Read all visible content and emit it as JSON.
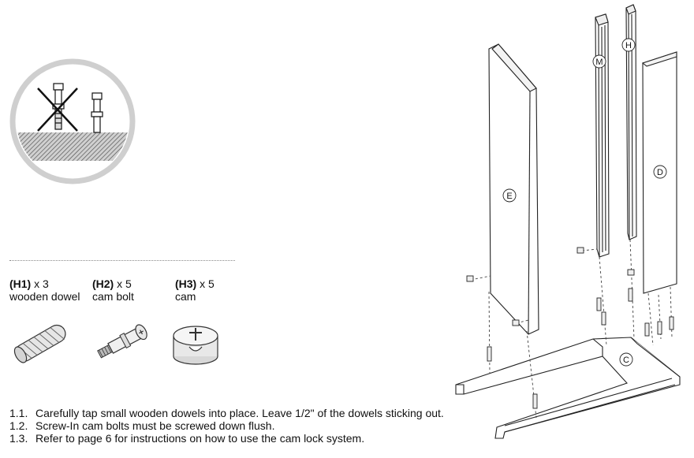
{
  "hardware": [
    {
      "code": "(H1)",
      "qty": " x 3",
      "name": "wooden dowel"
    },
    {
      "code": "(H2)",
      "qty": " x 5",
      "name": "cam bolt"
    },
    {
      "code": "(H3)",
      "qty": " x 5",
      "name": "cam"
    }
  ],
  "instructions": [
    {
      "num": "1.1.",
      "text": "Carefully tap small wooden dowels into place.  Leave 1/2\" of the dowels sticking out."
    },
    {
      "num": "1.2.",
      "text": "Screw-In cam bolts must be screwed down flush."
    },
    {
      "num": "1.3.",
      "text": "Refer to page 6 for instructions on how to use the cam lock system."
    }
  ],
  "part_labels": {
    "E": "E",
    "M": "M",
    "H": "H",
    "D": "D",
    "C": "C"
  }
}
